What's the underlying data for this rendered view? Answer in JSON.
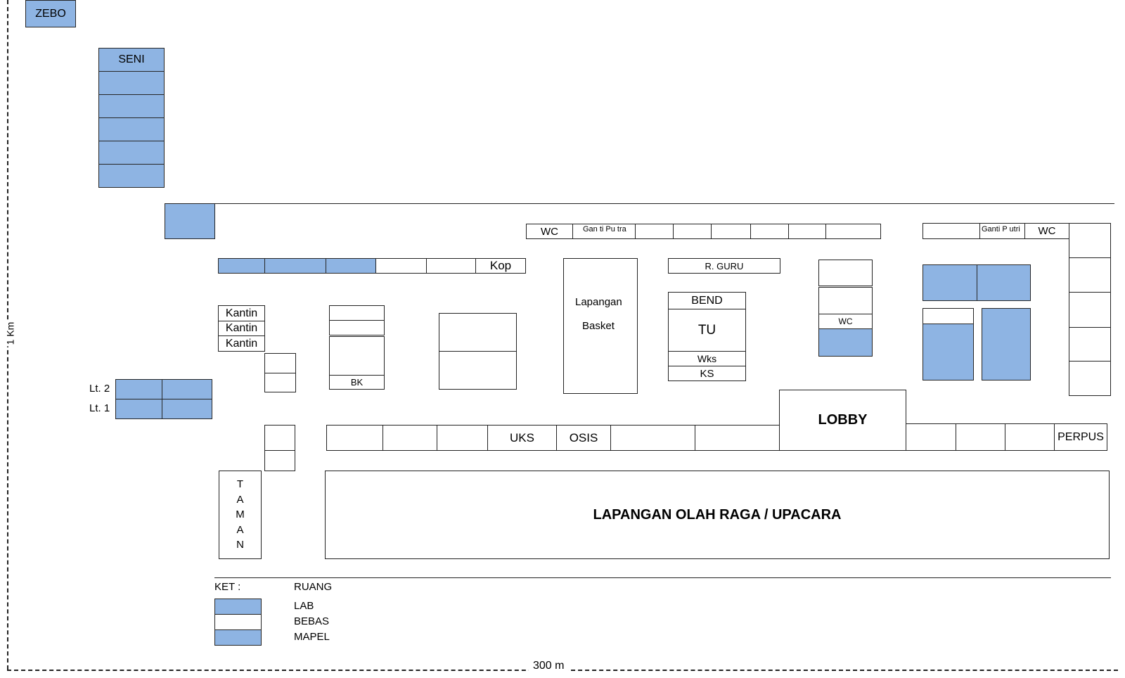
{
  "labels": {
    "zebo": "ZEBO",
    "seni": "SENI",
    "wc": "WC",
    "ganti_putra": "Gan ti Pu tra",
    "ganti_putri": "Ganti P utri",
    "kop": "Kop",
    "lapangan_basket_line1": "Lapangan",
    "lapangan_basket_line2": "Basket",
    "r_guru": "R. GURU",
    "bend": "BEND",
    "tu": "TU",
    "wks": "Wks",
    "ks": "KS",
    "kantin": "Kantin",
    "bk": "BK",
    "lt2": "Lt. 2",
    "lt1": "Lt. 1",
    "lobby": "LOBBY",
    "uks": "UKS",
    "osis": "OSIS",
    "perpus": "PERPUS",
    "taman": [
      "T",
      "A",
      "M",
      "A",
      "N"
    ],
    "lapangan_olah_raga": "LAPANGAN OLAH RAGA / UPACARA",
    "scale_vertical": "1 Km",
    "scale_horizontal": "300 m"
  },
  "legend": {
    "title": "KET :",
    "header": "RUANG",
    "items": [
      "LAB",
      "BEBAS",
      "MAPEL"
    ]
  },
  "colors": {
    "lab": "#8eb4e3",
    "free": "#ffffff",
    "outline": "#222222"
  }
}
